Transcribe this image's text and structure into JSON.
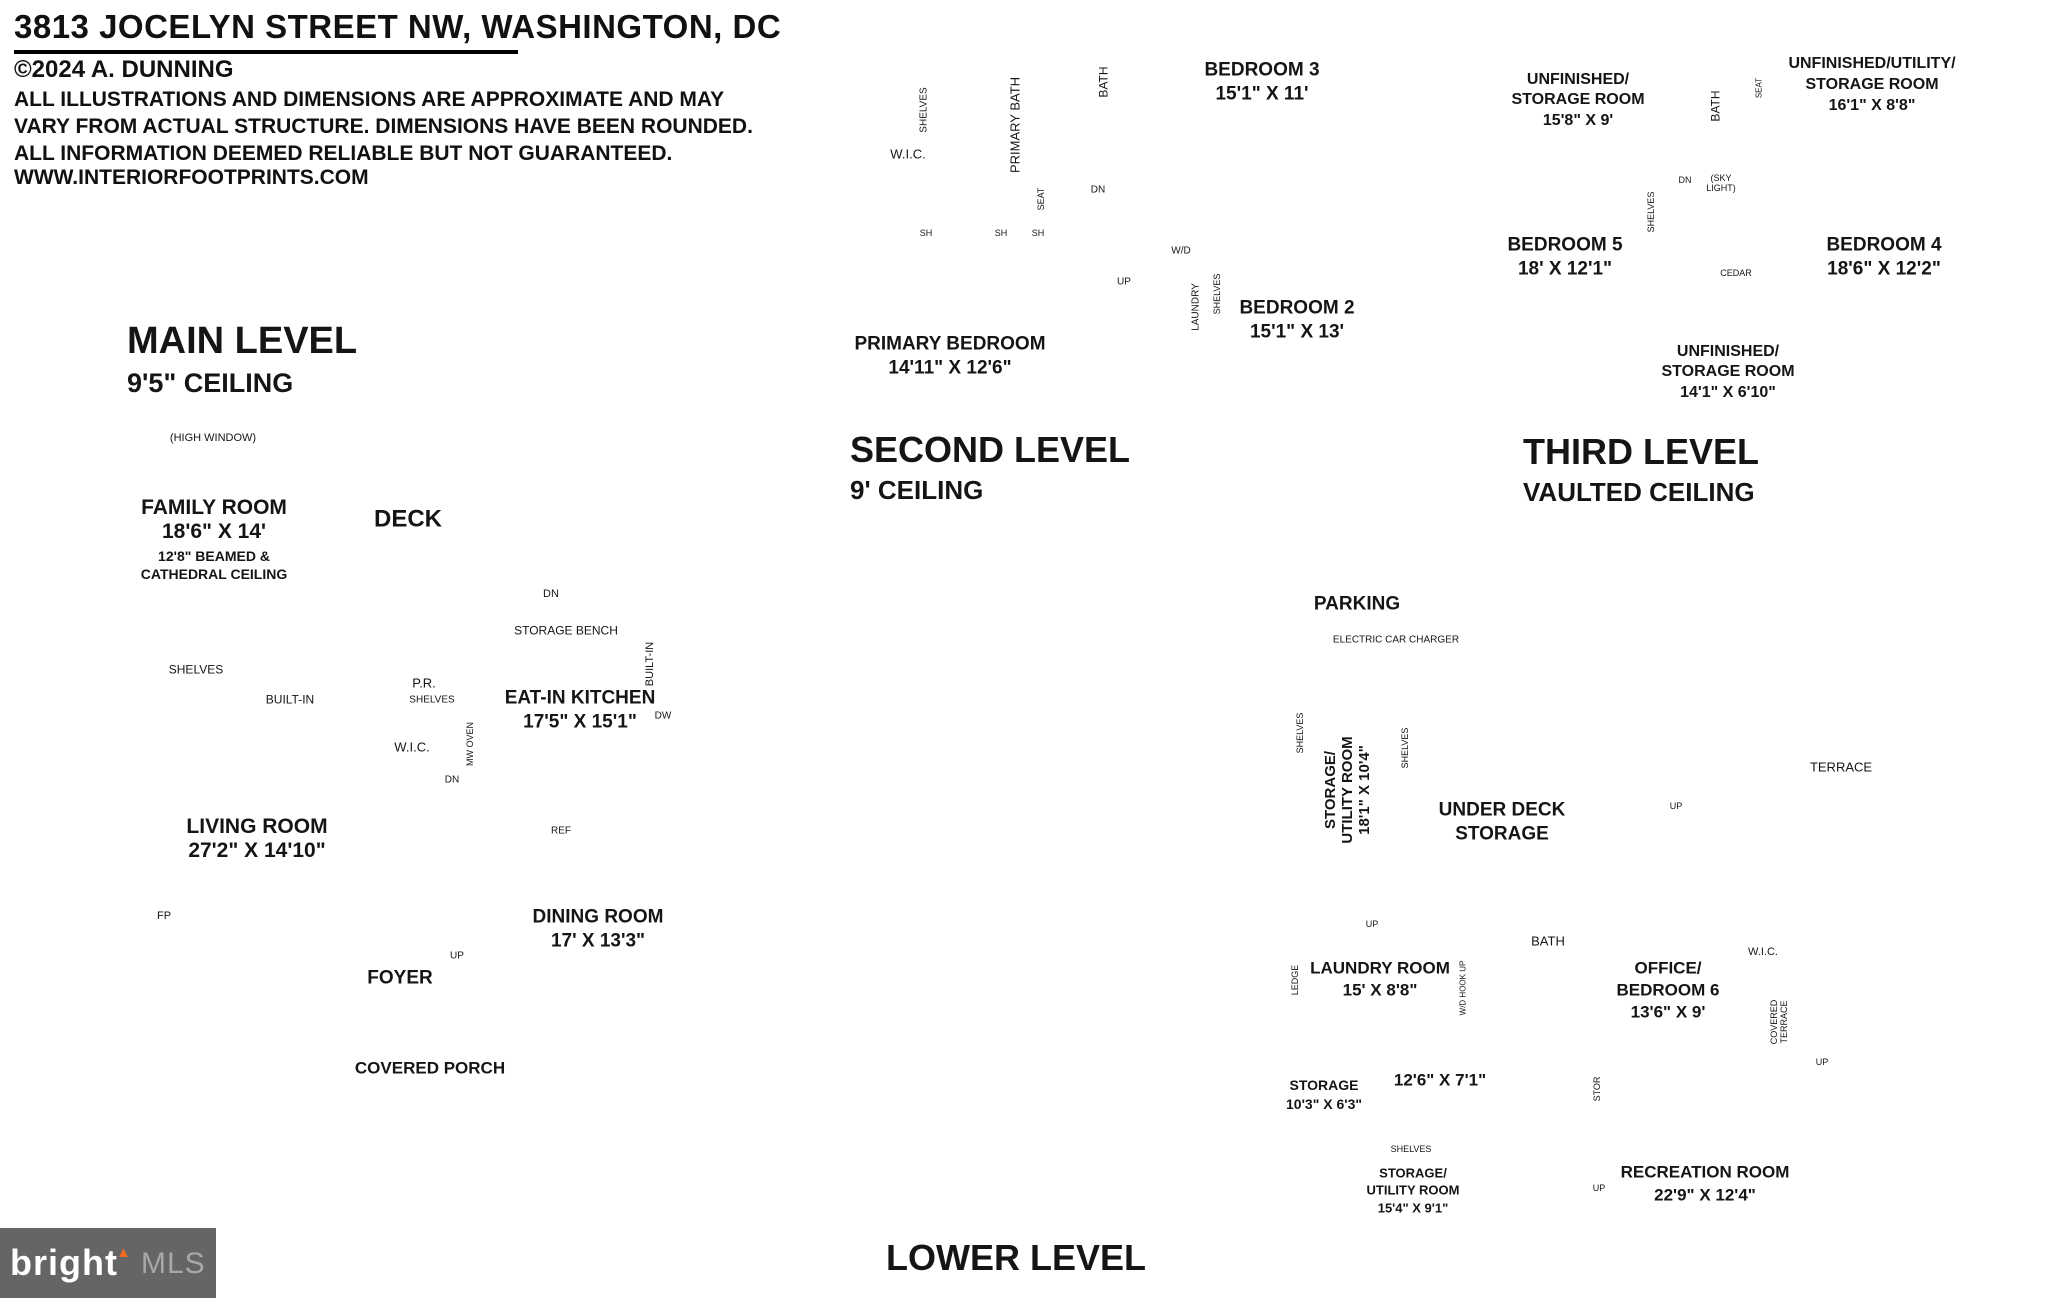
{
  "header": {
    "address": "3813 JOCELYN STREET NW, WASHINGTON, DC",
    "copyright": "©2024 A. DUNNING",
    "disclaimer1": "ALL ILLUSTRATIONS AND DIMENSIONS ARE APPROXIMATE AND MAY",
    "disclaimer2": "VARY FROM ACTUAL STRUCTURE. DIMENSIONS HAVE BEEN ROUNDED.",
    "disclaimer3": "ALL INFORMATION DEEMED RELIABLE BUT NOT GUARANTEED.",
    "website": "WWW.INTERIORFOOTPRINTS.COM"
  },
  "logo": {
    "brand": "bright",
    "triangle": "▲",
    "mls": "MLS",
    "box_color": "#646567",
    "triangle_color": "#f26a21",
    "mls_color": "#a7a8aa"
  },
  "main": {
    "title": "MAIN LEVEL",
    "subtitle": "9'5\" CEILING",
    "high_window": "(HIGH WINDOW)",
    "family_name": "FAMILY ROOM",
    "family_dims": "18'6\" X 14'",
    "family_note1": "12'8\" BEAMED &",
    "family_note2": "CATHEDRAL CEILING",
    "deck": "DECK",
    "deck_dn": "DN",
    "storage_bench": "STORAGE BENCH",
    "built_in_side": "BUILT-IN",
    "shelves": "SHELVES",
    "built_in": "BUILT-IN",
    "pr": "P.R.",
    "pr_shelves": "SHELVES",
    "wic": "W.I.C.",
    "mw_oven": "MW OVEN",
    "kitchen_name": "EAT-IN KITCHEN",
    "kitchen_dims": "17'5\" X 15'1\"",
    "dw": "DW",
    "ref": "REF",
    "living_name": "LIVING ROOM",
    "living_dims": "27'2\" X 14'10\"",
    "fp": "FP",
    "stairs_dn": "DN",
    "stairs_up": "UP",
    "foyer": "FOYER",
    "dining_name": "DINING ROOM",
    "dining_dims": "17' X 13'3\"",
    "covered_porch": "COVERED PORCH"
  },
  "second": {
    "title": "SECOND LEVEL",
    "subtitle": "9' CEILING",
    "shelves_wic": "SHELVES",
    "wic": "W.I.C.",
    "primary_bath": "PRIMARY BATH",
    "seat": "SEAT",
    "bath": "BATH",
    "bedroom3_name": "BEDROOM 3",
    "bedroom3_dims": "15'1\" X 11'",
    "dn": "DN",
    "up": "UP",
    "wd": "W/D",
    "laundry": "LAUNDRY",
    "laundry_shelves": "SHELVES",
    "bedroom2_name": "BEDROOM 2",
    "bedroom2_dims": "15'1\" X 13'",
    "primary_name": "PRIMARY BEDROOM",
    "primary_dims": "14'11\" X 12'6\"",
    "sh1": "SH",
    "sh2": "SH",
    "sh3": "SH"
  },
  "third": {
    "title": "THIRD LEVEL",
    "subtitle": "VAULTED CEILING",
    "storage1_name": "UNFINISHED/",
    "storage1_room": "STORAGE ROOM",
    "storage1_dims": "15'8\" X 9'",
    "bath": "BATH",
    "seat": "SEAT",
    "storage2_name": "UNFINISHED/UTILITY/",
    "storage2_room": "STORAGE ROOM",
    "storage2_dims": "16'1\" X 8'8\"",
    "bedroom5_name": "BEDROOM 5",
    "bedroom5_dims": "18' X 12'1\"",
    "shelves": "SHELVES",
    "dn": "DN",
    "skylight": "(SKY LIGHT)",
    "cedar": "CEDAR",
    "bedroom4_name": "BEDROOM 4",
    "bedroom4_dims": "18'6\" X 12'2\"",
    "storage3_name": "UNFINISHED/",
    "storage3_room": "STORAGE ROOM",
    "storage3_dims": "14'1\" X 6'10\""
  },
  "lower": {
    "title": "LOWER LEVEL",
    "parking": "PARKING",
    "ev_charger": "ELECTRIC CAR CHARGER",
    "shelves_a": "SHELVES",
    "shelves_b": "SHELVES",
    "storage_utility1_name": "STORAGE/",
    "storage_utility1_room": "UTILITY ROOM",
    "storage_utility1_dims": "18'1\" X 10'4\"",
    "under_deck1": "UNDER DECK",
    "under_deck2": "STORAGE",
    "terrace": "TERRACE",
    "terrace_up": "UP",
    "ledge": "LEDGE",
    "laundry_name": "LAUNDRY ROOM",
    "laundry_dims": "15' X 8'8\"",
    "laundry_up": "UP",
    "wd_hookup": "W/D HOOK UP",
    "bath": "BATH",
    "office_name": "OFFICE/",
    "office_room": "BEDROOM 6",
    "office_dims": "13'6\" X 9'",
    "wic": "W.I.C.",
    "covered_terrace1": "COVERED",
    "covered_terrace2": "TERRACE",
    "terrace_steps_up": "UP",
    "storage_name": "STORAGE",
    "storage_dims": "10'3\" X 6'3\"",
    "hall_dims": "12'6\" X 7'1\"",
    "stor": "STOR",
    "shelves_c": "SHELVES",
    "storage_utility2_name": "STORAGE/",
    "storage_utility2_room": "UTILITY ROOM",
    "storage_utility2_dims": "15'4\" X 9'1\"",
    "stairs_up": "UP",
    "rec_name": "RECREATION ROOM",
    "rec_dims": "22'9\" X 12'4\""
  }
}
